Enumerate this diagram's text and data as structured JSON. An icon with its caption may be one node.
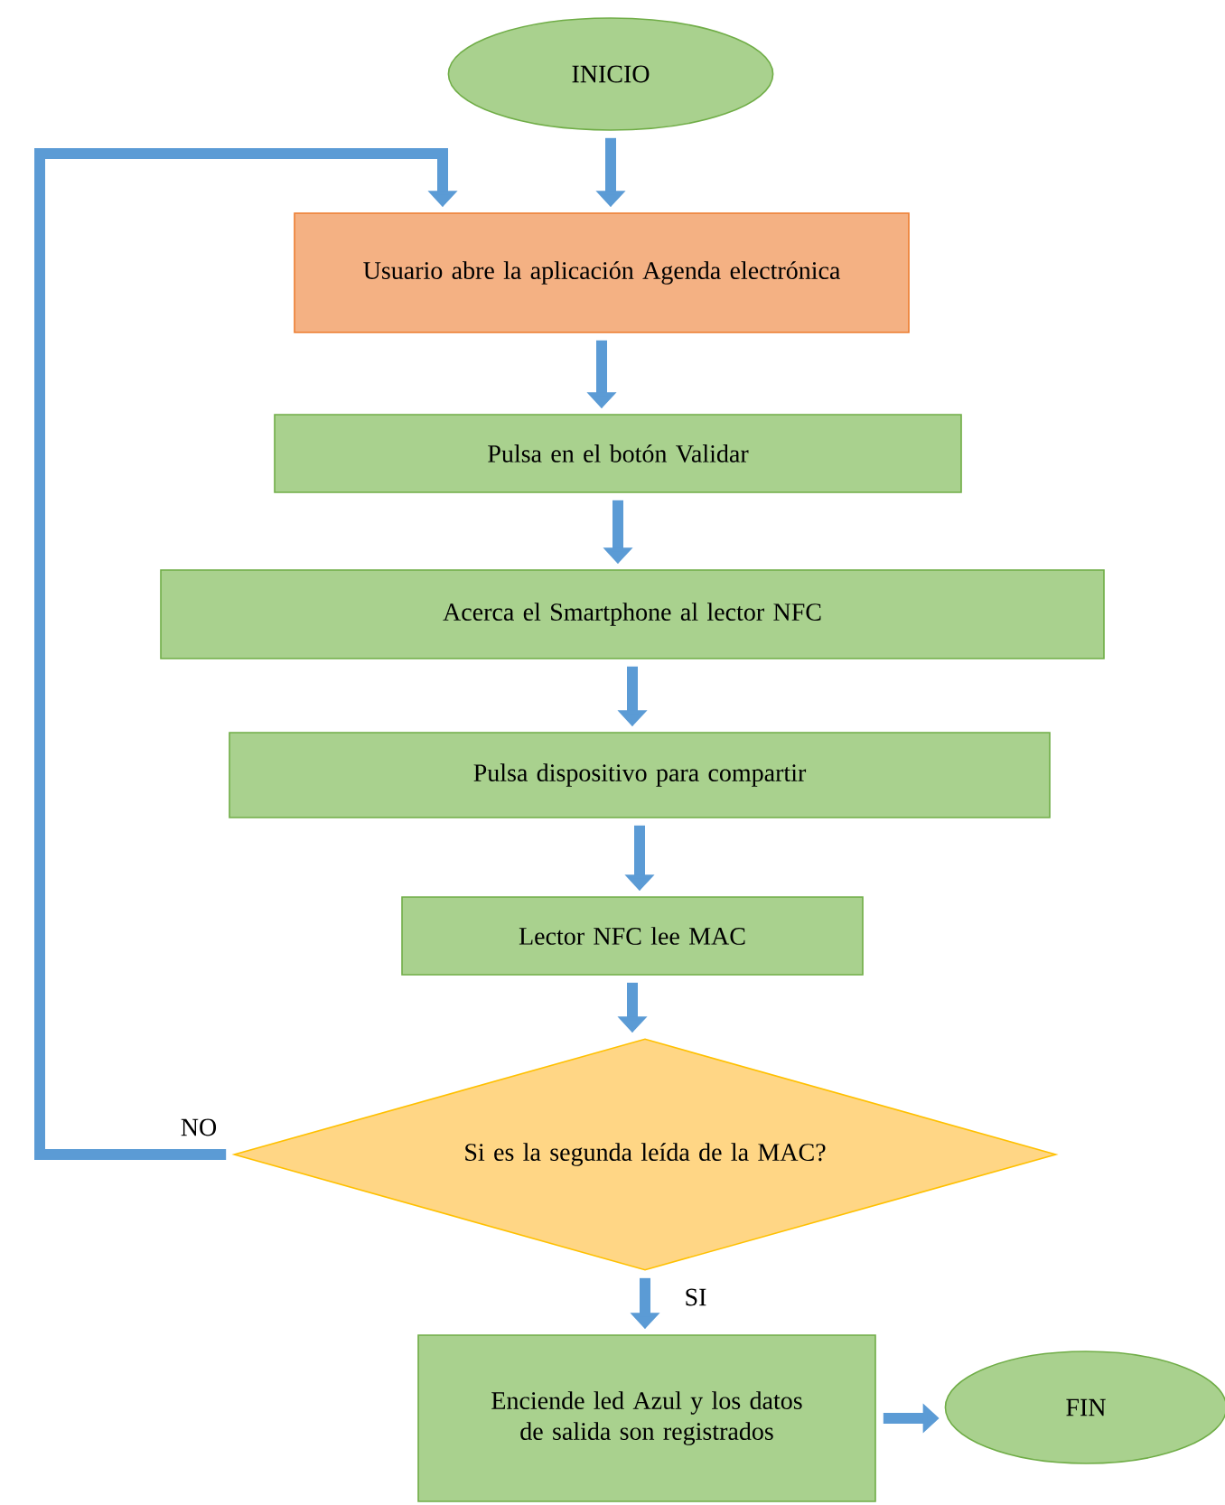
{
  "diagram": {
    "nodes": [
      {
        "text": [
          "INICIO"
        ]
      },
      {
        "text": [
          "Usuario abre la aplicación Agenda electrónica"
        ]
      },
      {
        "text": [
          "Pulsa en el botón Validar"
        ]
      },
      {
        "text": [
          "Acerca el Smartphone al lector NFC"
        ]
      },
      {
        "text": [
          "Pulsa dispositivo para compartir"
        ]
      },
      {
        "text": [
          "Lector NFC lee MAC"
        ]
      },
      {
        "text": [
          "Si es la segunda leída de la MAC?"
        ]
      },
      {
        "text": [
          "Enciende led Azul y los datos de salida son registrados"
        ]
      },
      {
        "text": [
          "FIN"
        ]
      }
    ],
    "edges": [
      {
        "from": 0,
        "to": 1,
        "arrow": "to"
      },
      {
        "from": 1,
        "to": 2,
        "arrow": "to"
      },
      {
        "from": 2,
        "to": 3,
        "arrow": "to"
      },
      {
        "from": 3,
        "to": 4,
        "arrow": "to"
      },
      {
        "from": 4,
        "to": 5,
        "arrow": "to"
      },
      {
        "from": 5,
        "to": 6,
        "arrow": "to"
      },
      {
        "from": 6,
        "to": 7,
        "arrow": "to",
        "label": "SI"
      },
      {
        "from": 7,
        "to": 8,
        "arrow": "to"
      },
      {
        "from": 6,
        "to": 1,
        "arrow": "to",
        "label": "NO"
      }
    ]
  }
}
